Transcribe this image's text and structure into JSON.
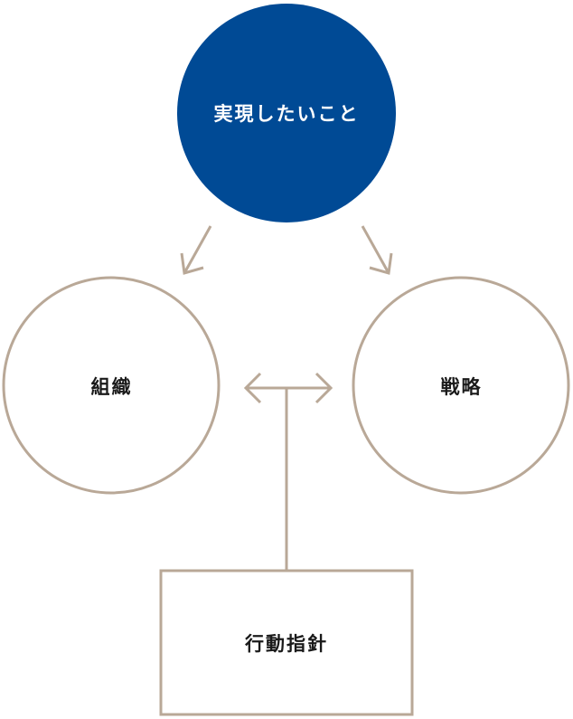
{
  "diagram": {
    "top_node": {
      "label": "実現したいこと",
      "color": "#004a95"
    },
    "left_node": {
      "label": "組織"
    },
    "right_node": {
      "label": "戦略"
    },
    "bottom_node": {
      "label": "行動指針"
    },
    "line_color": "#b9a897"
  }
}
